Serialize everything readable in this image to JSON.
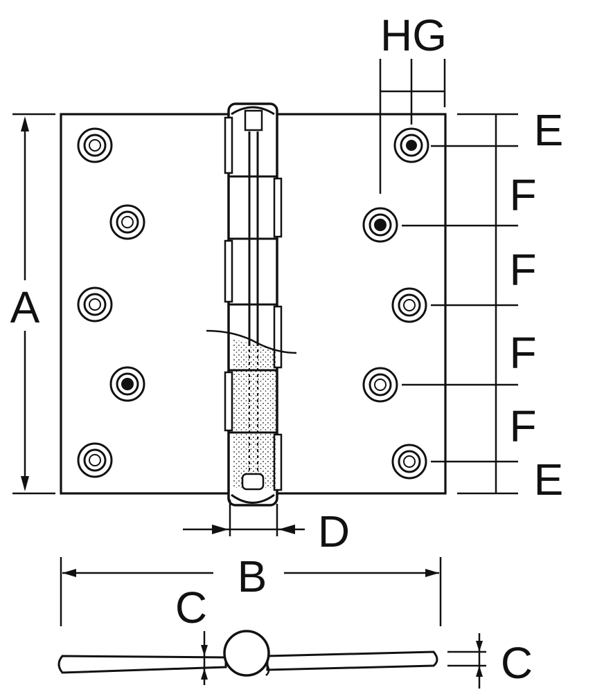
{
  "diagram": {
    "labels": {
      "A": "A",
      "B": "B",
      "C_top": "C",
      "C_side": "C",
      "D": "D",
      "E_top": "E",
      "E_bottom": "E",
      "F1": "F",
      "F2": "F",
      "F3": "F",
      "F4": "F",
      "HG": "HG"
    },
    "colors": {
      "line": "#111111",
      "background": "#ffffff"
    }
  }
}
